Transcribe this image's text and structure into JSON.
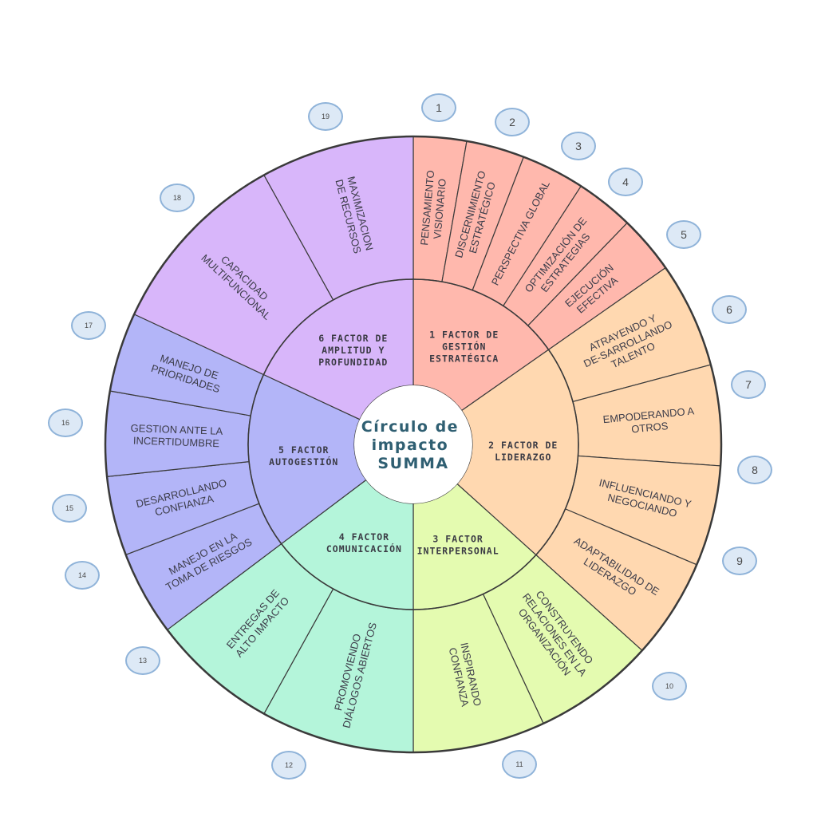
{
  "center": {
    "lines": [
      "Círculo de",
      "impacto",
      "SUMMA"
    ]
  },
  "colors": {
    "factor1": "#ffb8ad",
    "factor2": "#ffd8b0",
    "factor3": "#e4fbb0",
    "factor4": "#b4f5da",
    "factor5": "#b3b5f8",
    "factor6": "#d8b6fa",
    "outline": "#3a3a3a",
    "bubble_fill": "#dde9f6",
    "bubble_border": "#8fb3d9"
  },
  "factors": [
    {
      "id": 1,
      "lines": [
        "1 FACTOR DE",
        "GESTIÓN",
        "ESTRATÉGICA"
      ],
      "segments": [
        {
          "n": "1",
          "lines": [
            "PENSAMIENTO",
            "VISIONARIO"
          ]
        },
        {
          "n": "2",
          "lines": [
            "DISCERNIMIENTO",
            "ESTRATÉGICO"
          ]
        },
        {
          "n": "3",
          "lines": [
            "PERSPECTIVA GLOBAL"
          ]
        },
        {
          "n": "4",
          "lines": [
            "OPTIMIZACIÓN DE",
            "ESTRATEGIAS"
          ]
        },
        {
          "n": "5",
          "lines": [
            "EJECUCIÓN",
            "EFECTIVA"
          ]
        }
      ]
    },
    {
      "id": 2,
      "lines": [
        "2 FACTOR DE",
        "LIDERAZGO"
      ],
      "segments": [
        {
          "n": "6",
          "lines": [
            "ATRAYENDO Y",
            "DE-SARROLLANDO",
            "TALENTO"
          ]
        },
        {
          "n": "7",
          "lines": [
            "EMPODERANDO A",
            "OTROS"
          ]
        },
        {
          "n": "8",
          "lines": [
            "INFLUENCIANDO Y",
            "NEGOCIANDO"
          ]
        },
        {
          "n": "9",
          "lines": [
            "ADAPTABILIDAD DE",
            "LIDERAZGO"
          ]
        }
      ]
    },
    {
      "id": 3,
      "lines": [
        "3  FACTOR",
        "INTERPERSONAL"
      ],
      "segments": [
        {
          "n": "10",
          "lines": [
            "CONSTRUYENDO",
            "RELACIONES EN LA",
            "ORGANIZACIÓN"
          ]
        },
        {
          "n": "11",
          "lines": [
            "INSPIRANDO",
            "CONFIANZA"
          ]
        }
      ]
    },
    {
      "id": 4,
      "lines": [
        "4  FACTOR",
        "COMUNICACIÓN"
      ],
      "segments": [
        {
          "n": "12",
          "lines": [
            "PROMOVIENDO",
            "DIÁLOGOS ABIERTOS"
          ]
        },
        {
          "n": "13",
          "lines": [
            "ENTREGAS DE",
            "ALTO IMPACTO"
          ]
        }
      ]
    },
    {
      "id": 5,
      "lines": [
        "5 FACTOR",
        "AUTOGESTIÓN"
      ],
      "segments": [
        {
          "n": "14",
          "lines": [
            "MANEJO EN LA",
            "TOMA DE RIESGOS"
          ]
        },
        {
          "n": "15",
          "lines": [
            "DESARROLLANDO",
            "CONFIANZA"
          ]
        },
        {
          "n": "16",
          "lines": [
            "GESTION ANTE LA",
            "INCERTIDUMBRE"
          ]
        },
        {
          "n": "17",
          "lines": [
            "MANEJO DE",
            "PRIORIDADES"
          ]
        }
      ]
    },
    {
      "id": 6,
      "lines": [
        "6 FACTOR DE",
        "AMPLITUD Y",
        "PROFUNDIDAD"
      ],
      "segments": [
        {
          "n": "18",
          "lines": [
            "CAPACIDAD",
            "MULTIFUNCIONAL"
          ]
        },
        {
          "n": "19",
          "lines": [
            "MAXIMIZACION",
            "DE RECURSOS"
          ]
        }
      ]
    }
  ]
}
